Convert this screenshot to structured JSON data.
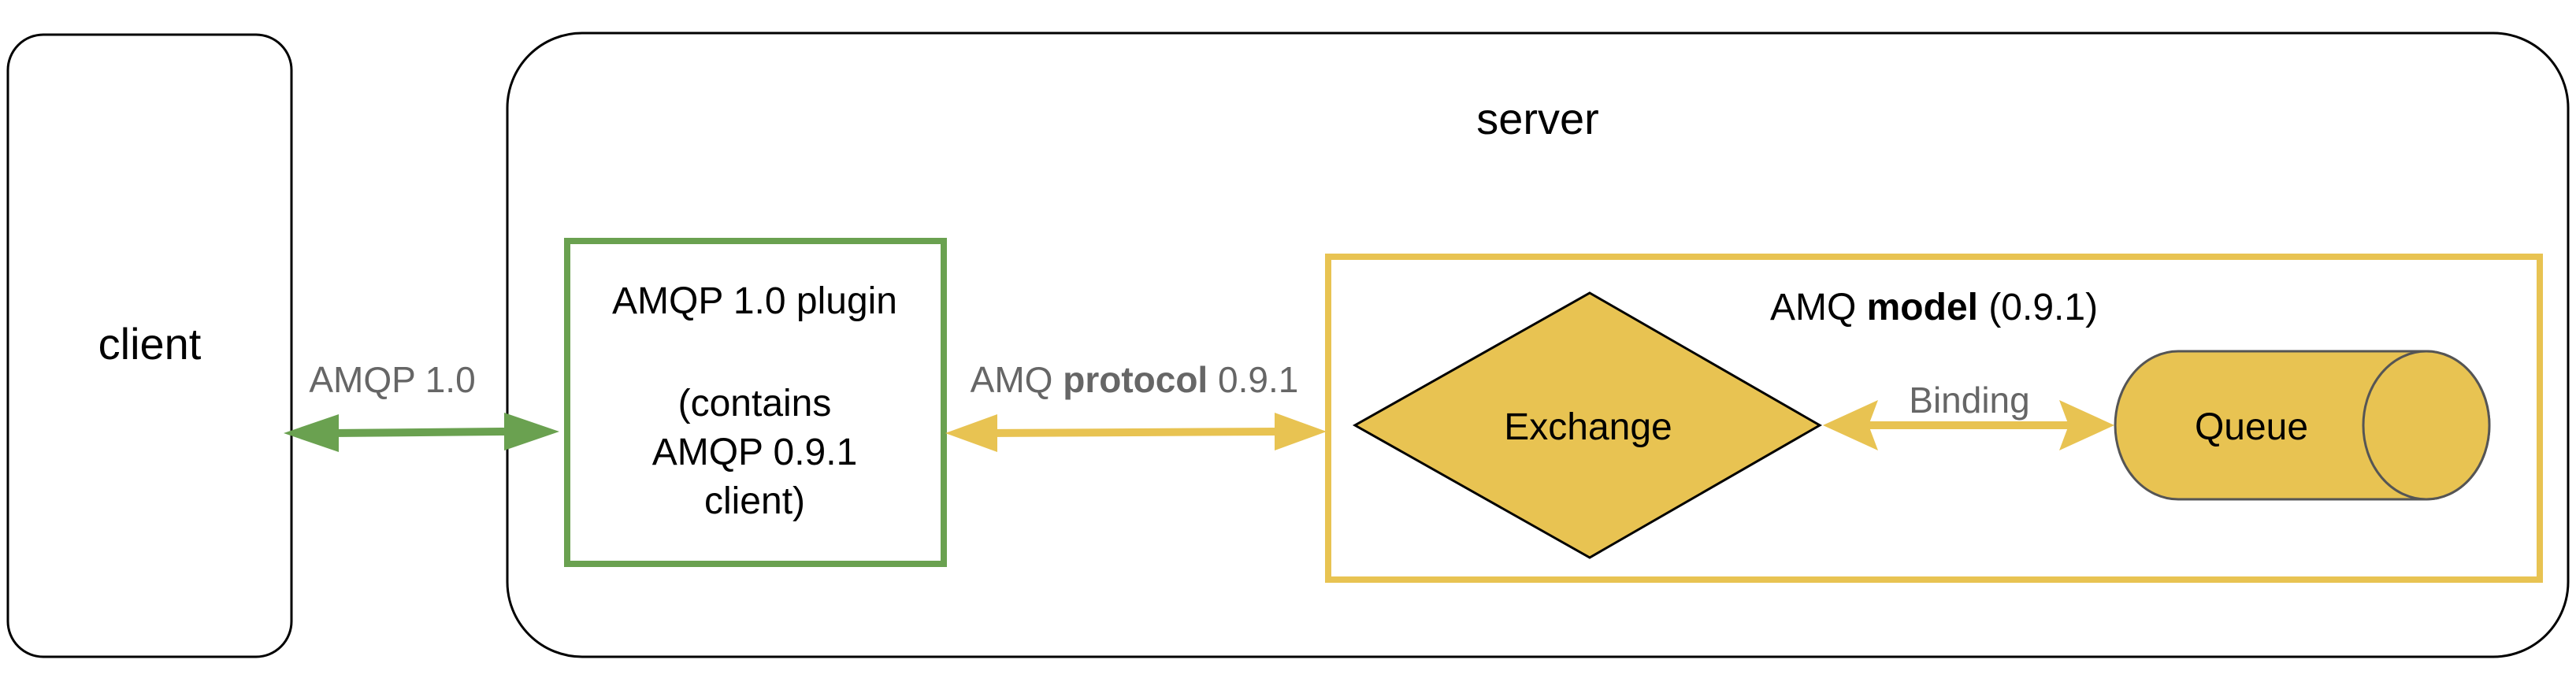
{
  "client": {
    "label": "client"
  },
  "server": {
    "label": "server"
  },
  "plugin": {
    "line1": "AMQP 1.0 plugin",
    "line2": "(contains",
    "line3": "AMQP 0.9.1",
    "line4": "client)"
  },
  "model": {
    "title_prefix": "AMQ ",
    "title_bold": "model",
    "title_suffix": " (0.9.1)"
  },
  "exchange": {
    "label": "Exchange"
  },
  "queue": {
    "label": "Queue"
  },
  "links": {
    "client_plugin_label": "AMQP 1.0",
    "plugin_model_prefix": "AMQ ",
    "plugin_model_bold": "protocol",
    "plugin_model_suffix": " 0.9.1",
    "binding_label": "Binding"
  },
  "colors": {
    "green": "#6aa150",
    "yellow": "#e8c352",
    "gold_fill": "#e8c352",
    "label_gray": "#666666",
    "stroke_dark": "#000000"
  }
}
